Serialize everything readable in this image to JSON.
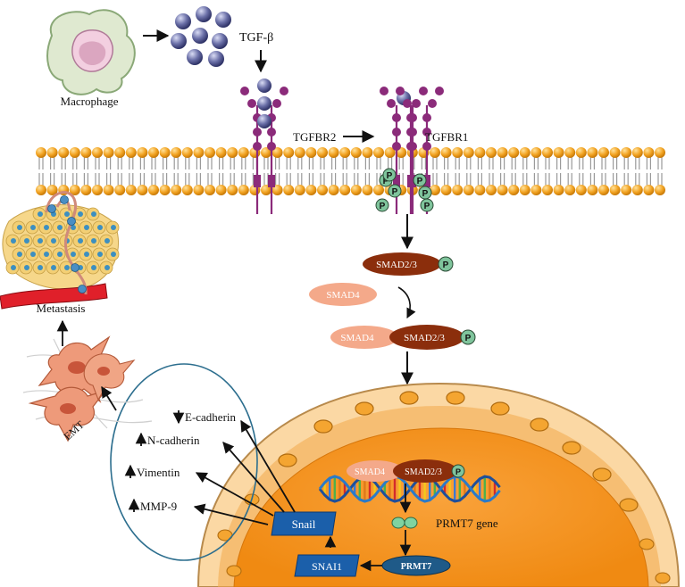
{
  "labels": {
    "macrophage": "Macrophage",
    "tgf_beta": "TGF-β",
    "tgfbr2": "TGFBR2",
    "tgfbr1": "TGFBR1",
    "smad23": "SMAD2/3",
    "smad4": "SMAD4",
    "phospho": "P",
    "prmt7_gene": "PRMT7 gene",
    "prmt7": "PRMT7",
    "snai1": "SNAI1",
    "snail": "Snail",
    "metastasis": "Metastasis",
    "emt": "EMT"
  },
  "markers": [
    {
      "name": "E-cadherin",
      "direction": "down"
    },
    {
      "name": "N-cadherin",
      "direction": "up"
    },
    {
      "name": "Vimentin",
      "direction": "up"
    },
    {
      "name": "MMP-9",
      "direction": "up"
    }
  ],
  "colors": {
    "smad23": "#8b2e0c",
    "smad4": "#f4a98a",
    "phospho": "#7fc49c",
    "receptor": "#8b2b7a",
    "ligand": "#5a5f9a",
    "membrane_head": "#f0a020",
    "nucleus": "#f5941f",
    "snail_box": "#1b5faa",
    "prmt7": "#1f5a88",
    "marker_circle": "#2c6e8e"
  }
}
